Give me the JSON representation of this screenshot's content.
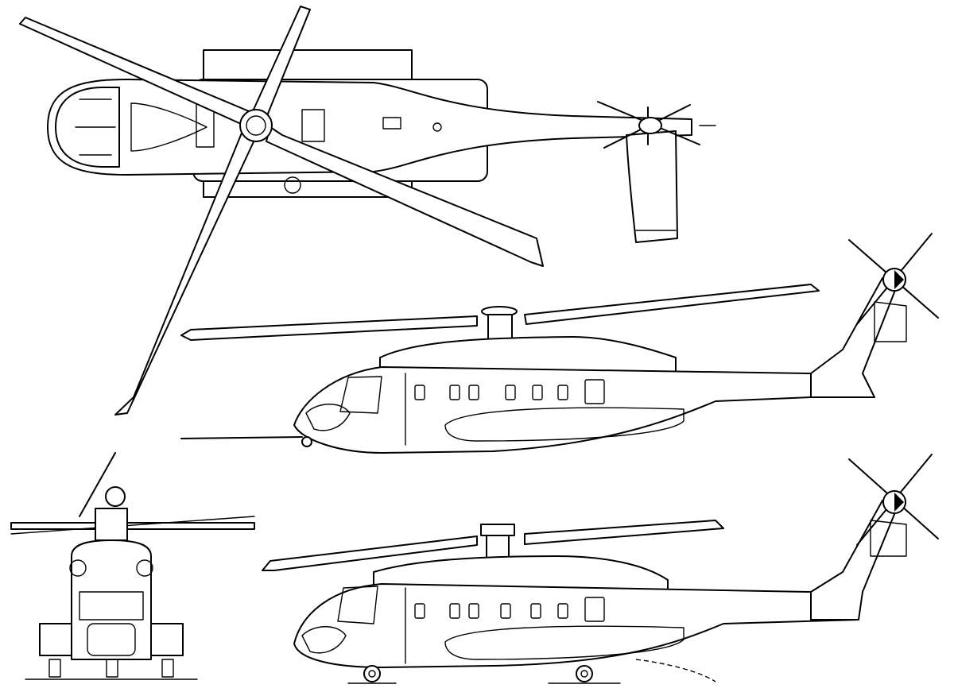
{
  "drawing": {
    "views": [
      {
        "id": "top",
        "label": ""
      },
      {
        "id": "side-probe",
        "label": ""
      },
      {
        "id": "front",
        "label": ""
      },
      {
        "id": "side-gear",
        "label": ""
      }
    ],
    "line_color": "#000000",
    "background_color": "#ffffff"
  }
}
